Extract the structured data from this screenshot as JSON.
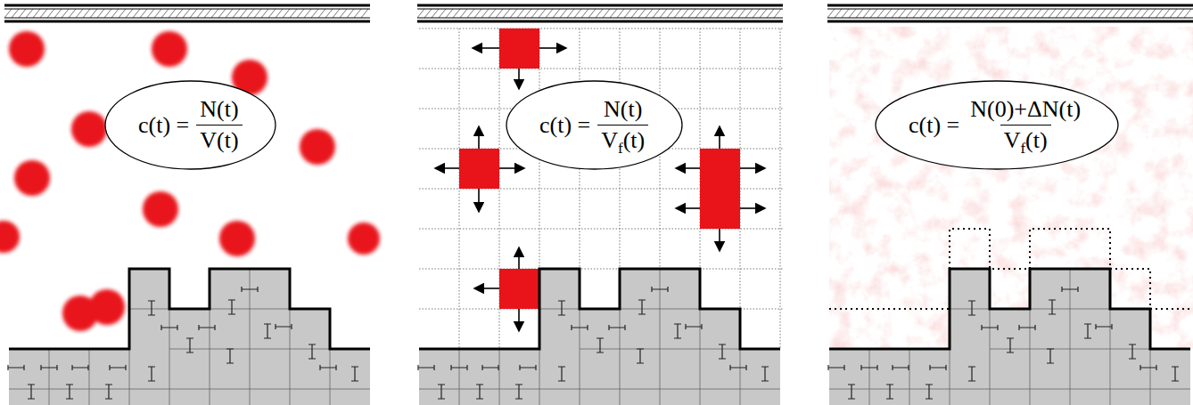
{
  "diagram": {
    "nodes": [
      {
        "text": [
          "c(t) =",
          "N(t)",
          "V(t)"
        ]
      },
      {
        "text": [
          "c(t) =",
          "N(t)",
          "V",
          "f",
          "(t)"
        ]
      },
      {
        "text": [
          "c(t) =",
          "N(0)+ΔN(t)",
          "V",
          "f",
          "(t)"
        ]
      }
    ]
  }
}
